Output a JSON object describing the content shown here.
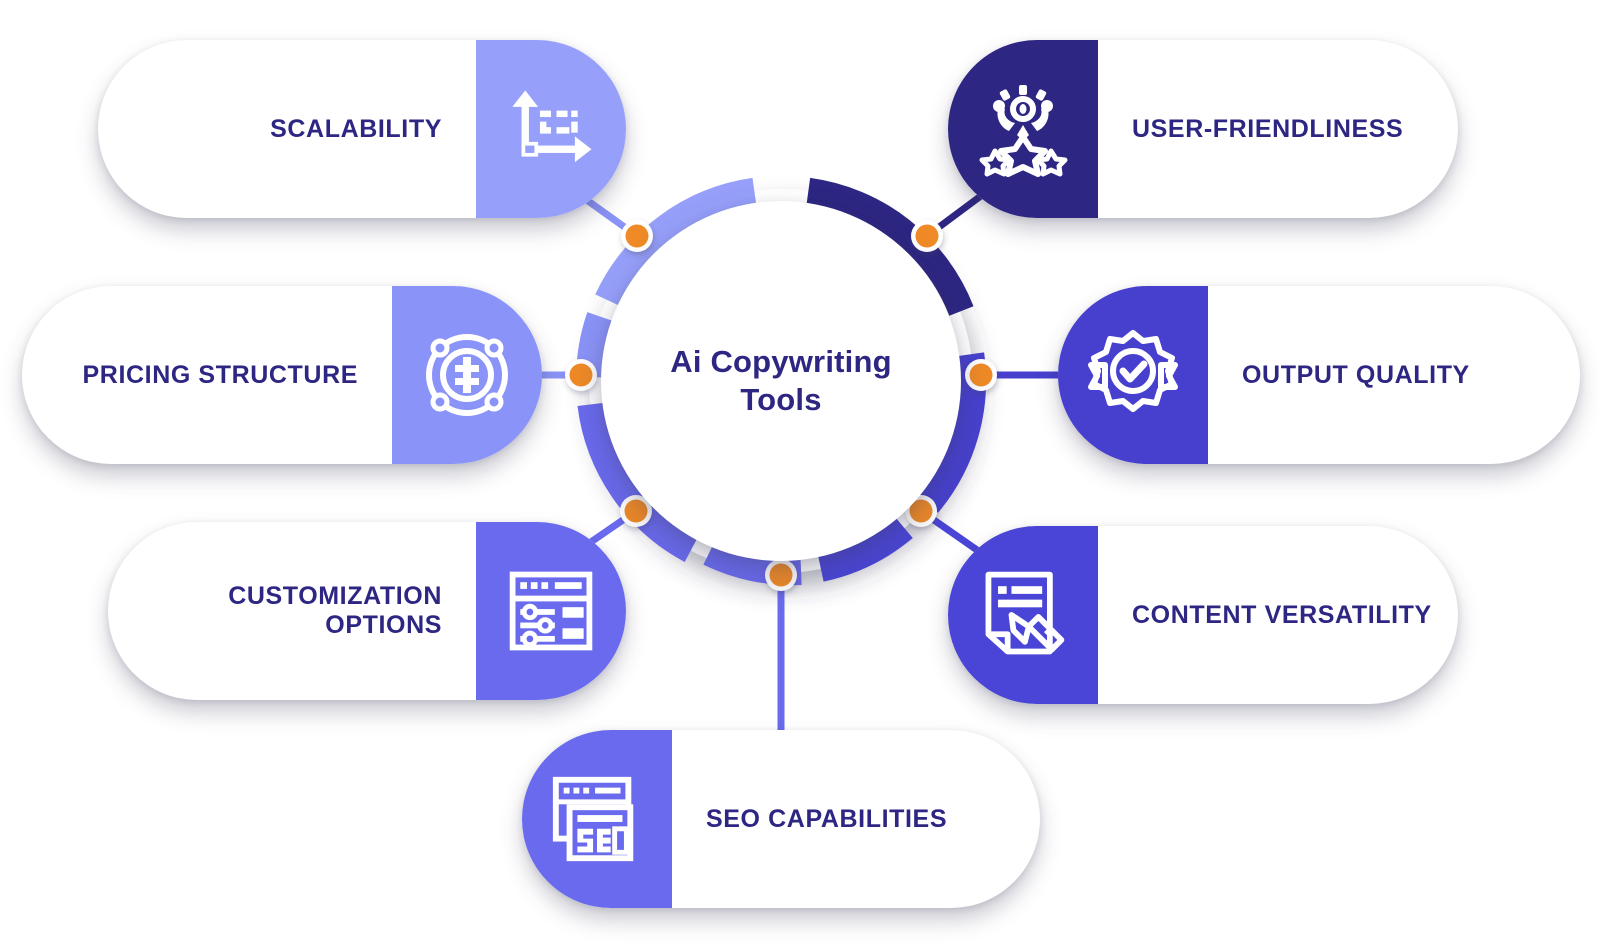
{
  "center": {
    "title": "Ai Copywriting\nTools",
    "title_color": "#2d2682",
    "background": "#ffffff"
  },
  "colors": {
    "accent_dot": "#f08a28",
    "dot_ring": "#ffffff",
    "text": "#2d2682",
    "periwinkle_light": "#96a0fa",
    "periwinkle": "#8a93f7",
    "navy": "#2d2682",
    "violet": "#4740ce",
    "indigo": "#4a45d6",
    "blue_violet": "#6a6aef",
    "connector": "#6a6aef"
  },
  "nodes": [
    {
      "id": "scalability",
      "label": "SCALABILITY",
      "icon": "growth-chart-icon",
      "accent": "#96a0fa",
      "icon_side": "right",
      "position": "top-left"
    },
    {
      "id": "user-friendliness",
      "label": "USER-FRIENDLINESS",
      "icon": "celebrating-person-stars-icon",
      "accent": "#2d2682",
      "icon_side": "left",
      "position": "top-right"
    },
    {
      "id": "pricing-structure",
      "label": "PRICING STRUCTURE",
      "icon": "dollar-coin-network-icon",
      "accent": "#8a93f7",
      "icon_side": "right",
      "position": "middle-left"
    },
    {
      "id": "output-quality",
      "label": "OUTPUT QUALITY",
      "icon": "quality-badge-check-icon",
      "accent": "#4740ce",
      "icon_side": "left",
      "position": "middle-right"
    },
    {
      "id": "customization-options",
      "label": "CUSTOMIZATION\nOPTIONS",
      "icon": "settings-sliders-icon",
      "accent": "#6a6aef",
      "icon_side": "right",
      "position": "bottom-left"
    },
    {
      "id": "content-versatility",
      "label": "CONTENT VERSATILITY",
      "icon": "document-pencil-icon",
      "accent": "#4a45d6",
      "icon_side": "left",
      "position": "bottom-right"
    },
    {
      "id": "seo-capabilities",
      "label": "SEO CAPABILITIES",
      "icon": "seo-browser-window-icon",
      "accent": "#6a6aef",
      "icon_side": "left",
      "position": "bottom-center"
    }
  ]
}
